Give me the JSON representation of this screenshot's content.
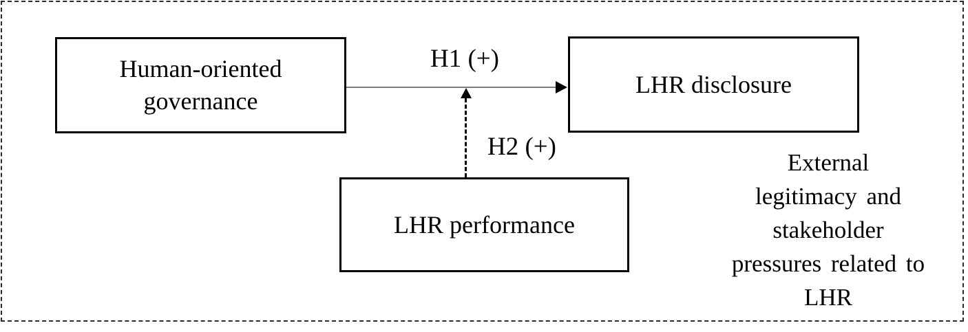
{
  "figure": {
    "type": "conceptual-model-diagram",
    "boxes": [
      {
        "id": "human-oriented-governance",
        "lines": [
          "Human-oriented",
          "governance"
        ]
      },
      {
        "id": "lhr-disclosure",
        "lines": [
          "LHR disclosure"
        ]
      },
      {
        "id": "lhr-performance",
        "lines": [
          "LHR performance"
        ]
      }
    ],
    "arrows": [
      {
        "id": "h1",
        "label": "H1 (+)",
        "style": "solid",
        "from": "Human-oriented governance",
        "to": "LHR disclosure"
      },
      {
        "id": "h2",
        "label": "H2 (+)",
        "style": "dashed",
        "from": "LHR performance",
        "to": "H1 arrow"
      }
    ],
    "side_note_lines": [
      "External",
      "legitimacy and",
      "stakeholder",
      "pressures related to",
      "LHR"
    ],
    "colors": {
      "background": "#ffffff",
      "box_border": "#000000",
      "text": "#000000",
      "solid_arrow_line": "#7d7d7d",
      "arrowhead": "#000000",
      "outer_dashed_border": "#2b2b2b"
    }
  }
}
